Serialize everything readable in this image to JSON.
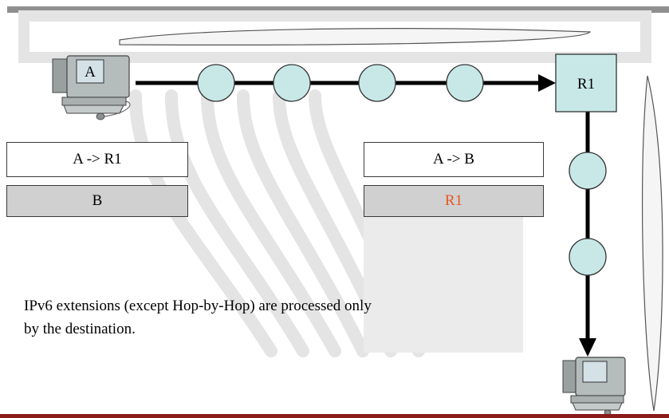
{
  "host_a": {
    "label": "A"
  },
  "router": {
    "label": "R1"
  },
  "packet_before": {
    "header": "A -> R1",
    "extension": "B"
  },
  "packet_after": {
    "header": "A -> B",
    "extension": "R1"
  },
  "caption": {
    "line1": "IPv6 extensions (except Hop-by-Hop) are processed only",
    "line2": "by the destination."
  },
  "colors": {
    "hop_node_fill": "#c8e8e8",
    "router_fill": "#c8e8e8",
    "extension_box_fill": "#d0d0d0",
    "updated_extension_text": "#e8541e",
    "bottom_rule": "#8b1a1a"
  },
  "icons": {
    "source_host": "desktop-computer-icon",
    "destination_host": "desktop-computer-icon"
  }
}
